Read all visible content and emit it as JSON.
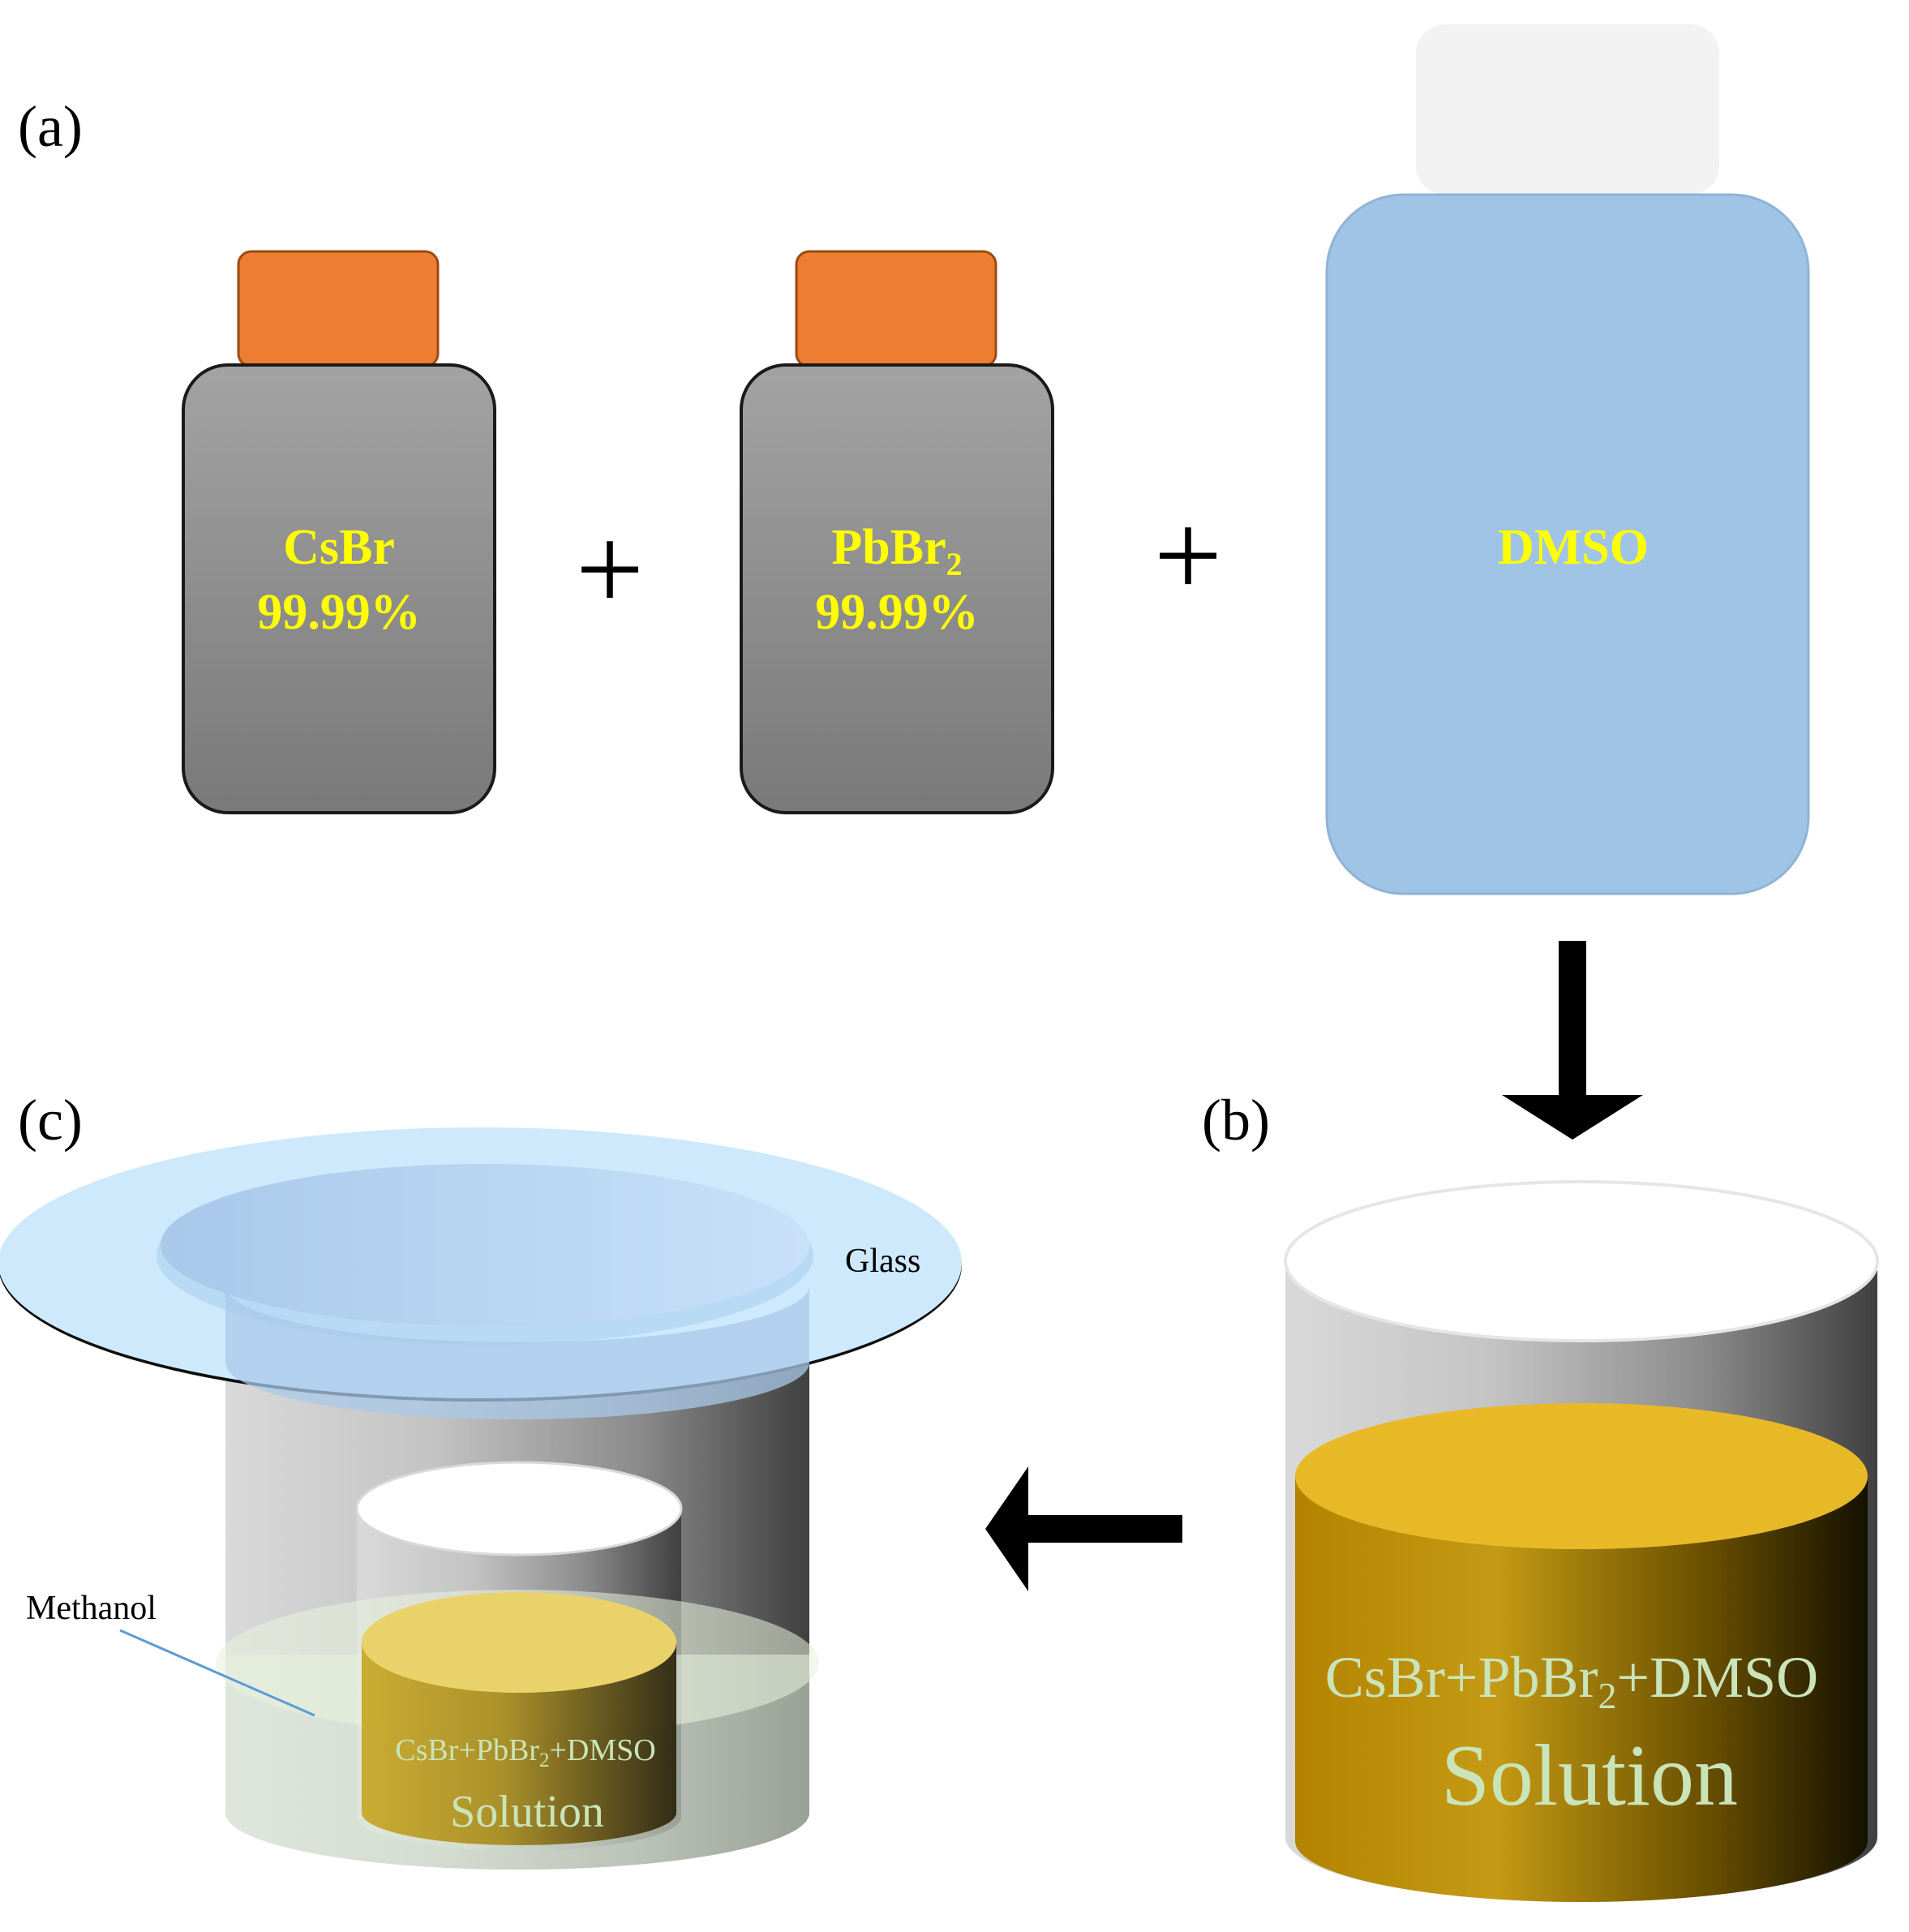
{
  "panels": {
    "a": "(a)",
    "b": "(b)",
    "c": "(c)"
  },
  "bottles": [
    {
      "name": "CsBr",
      "purity": "99.99%"
    },
    {
      "name_main": "PbBr",
      "name_sub": "2",
      "purity": "99.99%"
    },
    {
      "name": "DMSO"
    }
  ],
  "operators": {
    "plus": "+"
  },
  "beaker_b": {
    "line1_a": "CsBr+PbBr",
    "line1_sub": "2",
    "line1_b": "+DMSO",
    "line2": "Solution"
  },
  "setup_c": {
    "glass_label": "Glass",
    "methanol_label": "Methanol",
    "line1_a": "CsBr+PbBr",
    "line1_sub": "2",
    "line1_b": "+DMSO",
    "line2": "Solution"
  },
  "colors": {
    "cap_orange": "#ed7d31",
    "bottle_gray_top": "#a3a3a3",
    "bottle_gray_bottom": "#7a7a7a",
    "dmso_blue": "#a0c4e6",
    "dmso_cap": "#f2f2f2",
    "label_yellow": "#ffff00",
    "solution_gold": "#e8b927",
    "glass_blue": "#cde9fb",
    "methanol_line": "#5b9bd5"
  }
}
